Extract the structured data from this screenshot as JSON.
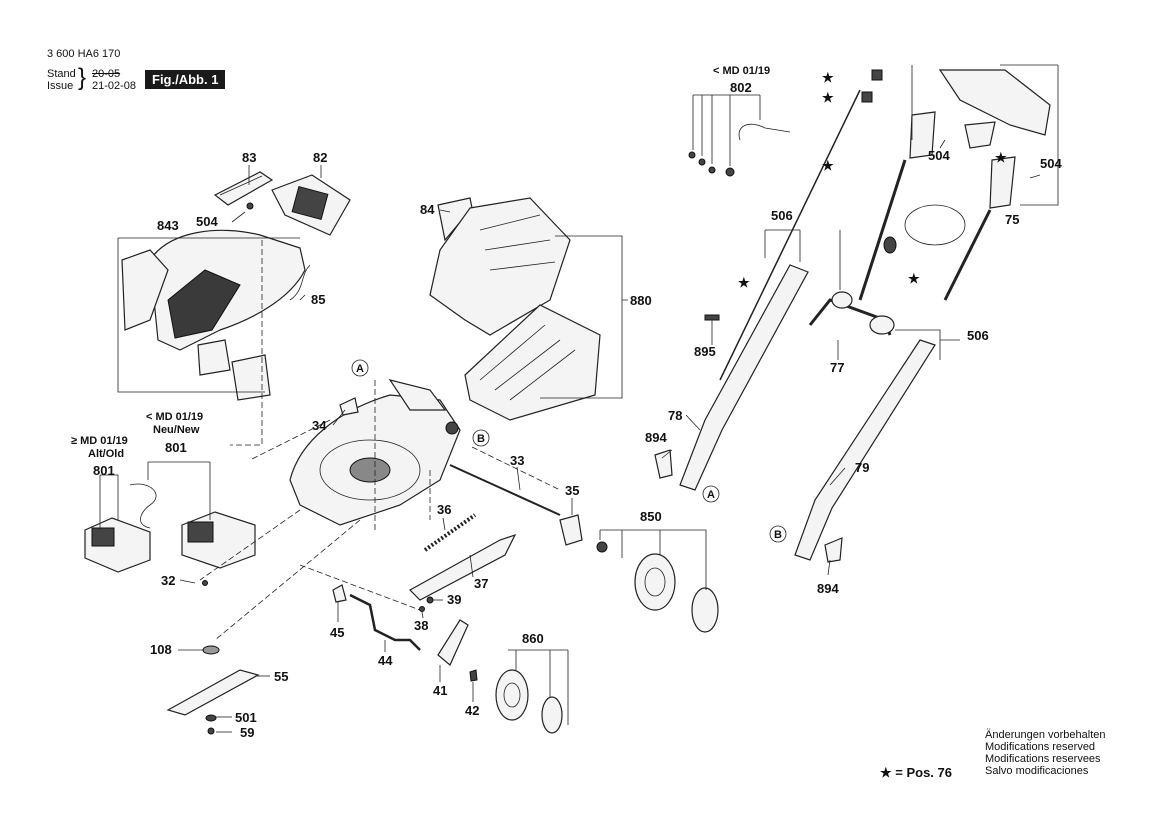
{
  "header": {
    "doc_number": "3 600 HA6 170",
    "stand_label": "Stand",
    "stand_date": "20-05",
    "issue_label": "Issue",
    "issue_date": "21-02-08",
    "figure_label": "Fig./Abb. 1"
  },
  "callouts": {
    "p83": "83",
    "p82": "82",
    "p843": "843",
    "p504a": "504",
    "p85": "85",
    "p84": "84",
    "p880": "880",
    "p34": "34",
    "pA1": "A",
    "pB1": "B",
    "p33": "33",
    "p35": "35",
    "p36": "36",
    "p37": "37",
    "p32": "32",
    "p39": "39",
    "p38": "38",
    "p45": "45",
    "p44": "44",
    "p108": "108",
    "p55": "55",
    "p501": "501",
    "p59": "59",
    "p41": "41",
    "p42": "42",
    "p860": "860",
    "p850": "850",
    "p802": "802",
    "p506a": "506",
    "p506b": "506",
    "p504b": "504",
    "p504c": "504",
    "p75": "75",
    "p895": "895",
    "p77": "77",
    "p78": "78",
    "p894a": "894",
    "pA2": "A",
    "p79": "79",
    "pB2": "B",
    "p894b": "894",
    "p801a": "801",
    "p801b": "801"
  },
  "annotations": {
    "md_802": "< MD 01/19",
    "md_801_new": "< MD 01/19",
    "neu_new": "Neu/New",
    "md_801_old": "≥ MD 01/19",
    "alt_old": "Alt/Old",
    "star": "★"
  },
  "legend": {
    "star_text": "★ = Pos. 76"
  },
  "notes": [
    "Änderungen vorbehalten",
    "Modifications reserved",
    "Modifications reservees",
    "Salvo modificaciones"
  ]
}
